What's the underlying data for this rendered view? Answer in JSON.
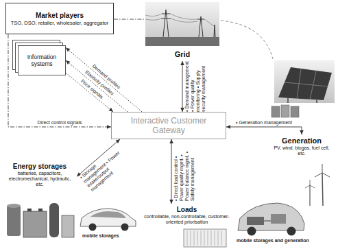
{
  "diagram": {
    "nodes": [
      {
        "text": [
          "Market players",
          "TSO, DSO, retailer, wholesaler, aggregator"
        ]
      },
      {
        "text": [
          "Information systems"
        ]
      },
      {
        "text": [
          "Grid"
        ]
      },
      {
        "text": [
          "Interactive Customer Gateway"
        ]
      },
      {
        "text": [
          "Generation",
          "PV, wind, biogas, fuel cell, etc."
        ]
      },
      {
        "text": [
          "Energy storages",
          "batteries, capacitors, electromechanical, hydraulic, etc."
        ]
      },
      {
        "text": [
          "Loads",
          "controllable, non-controllable, customer-oriented priorisation"
        ]
      }
    ],
    "edges": [
      {
        "from": 0,
        "to": 3,
        "arrow": "to",
        "label": "Direct control signals"
      },
      {
        "from": 3,
        "to": 1,
        "arrow": "to",
        "label": "Demand profiles"
      },
      {
        "from": 3,
        "to": 1,
        "arrow": "to",
        "label": "Elasticity profiles"
      },
      {
        "from": 1,
        "to": 3,
        "arrow": "to",
        "label": "Price signals"
      },
      {
        "from": 2,
        "to": 3,
        "arrow": "both",
        "label": "• Demand management • Power quality monitoring • Supply security management"
      },
      {
        "from": 3,
        "to": 4,
        "arrow": "both",
        "label": "• Generation management"
      },
      {
        "from": 3,
        "to": 5,
        "arrow": "both",
        "label": "• Storage management • Power intake/output management"
      },
      {
        "from": 3,
        "to": 6,
        "arrow": "both",
        "label": "• Direct load control • Power quality mgmt. • Power balance mgmt. • Safety management"
      }
    ],
    "labels": [
      "mobile storages",
      "mobile storages and generation"
    ]
  }
}
